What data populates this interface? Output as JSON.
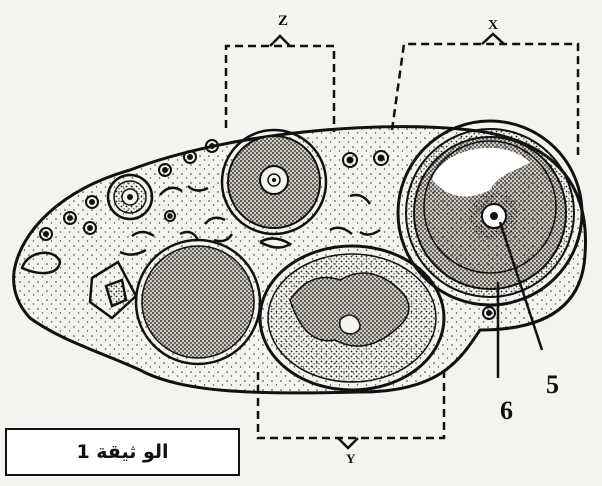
{
  "figure": {
    "caption": "الو ثيقة 1",
    "labels": {
      "z": "Z",
      "x": "X",
      "y": "Y",
      "five": "5",
      "six": "6"
    }
  },
  "colors": {
    "ink": "#111111",
    "paper": "#f4f3ef",
    "caption_bg": "#ffffff"
  }
}
